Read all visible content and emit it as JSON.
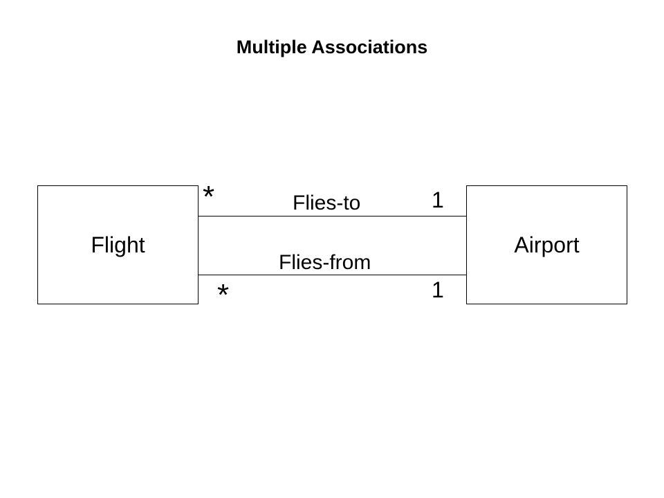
{
  "title": "Multiple Associations",
  "classes": {
    "flight": "Flight",
    "airport": "Airport"
  },
  "associations": {
    "flies_to": {
      "label": "Flies-to",
      "flight_end": "*",
      "airport_end": "1"
    },
    "flies_from": {
      "label": "Flies-from",
      "flight_end": "*",
      "airport_end": "1"
    }
  }
}
